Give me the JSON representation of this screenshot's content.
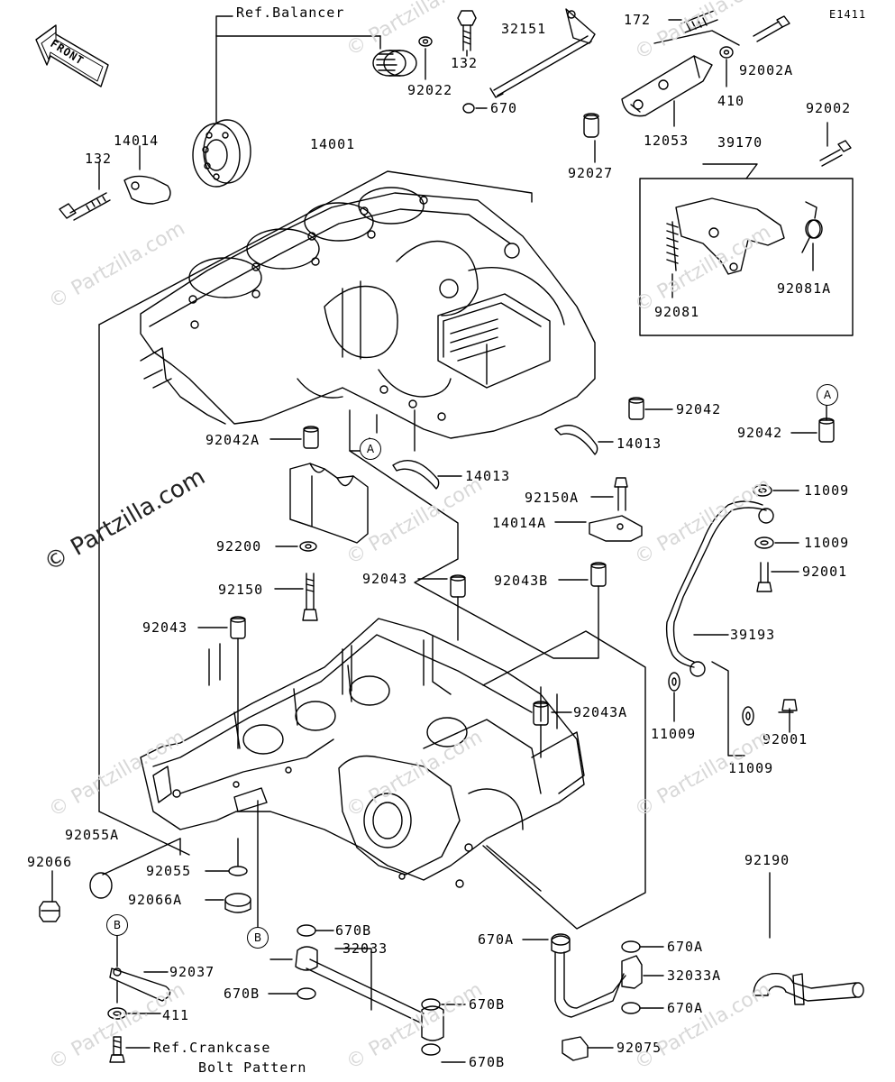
{
  "diagram_id": "E1411",
  "front_label": "FRONT",
  "ref_balancer": "Ref.Balancer",
  "ref_crankcase_line1": "Ref.Crankcase",
  "ref_crankcase_line2": "Bolt Pattern",
  "markers": {
    "a": "A",
    "b": "B"
  },
  "watermark": "© Partzilla.com",
  "parts": {
    "p14014": "14014",
    "p132_left": "132",
    "p14001": "14001",
    "p92022": "92022",
    "p132_top": "132",
    "p32151": "32151",
    "p670": "670",
    "p172": "172",
    "p92002A": "92002A",
    "p410": "410",
    "p12053": "12053",
    "p92027": "92027",
    "p92002": "92002",
    "p39170": "39170",
    "p92081": "92081",
    "p92081A": "92081A",
    "p92042A": "92042A",
    "p92042": "92042",
    "p92042_right": "92042",
    "p14013_a": "14013",
    "p14013_b": "14013",
    "p92150A": "92150A",
    "p14014A": "14014A",
    "p92043B": "92043B",
    "p11009_a": "11009",
    "p11009_b": "11009",
    "p92001_a": "92001",
    "p39193": "39193",
    "p11009_c": "11009",
    "p92001_b": "92001",
    "p11009_d": "11009",
    "p92200": "92200",
    "p92150": "92150",
    "p92043_a": "92043",
    "p92043_b": "92043",
    "p92043A": "92043A",
    "p92055A": "92055A",
    "p92066": "92066",
    "p92055": "92055",
    "p92066A": "92066A",
    "p92037": "92037",
    "p411": "411",
    "p670B_a": "670B",
    "p32033": "32033",
    "p670B_b": "670B",
    "p670B_c": "670B",
    "p670B_d": "670B",
    "p670A_a": "670A",
    "p670A_b": "670A",
    "p32033A": "32033A",
    "p670A_c": "670A",
    "p92075": "92075",
    "p92190": "92190"
  }
}
